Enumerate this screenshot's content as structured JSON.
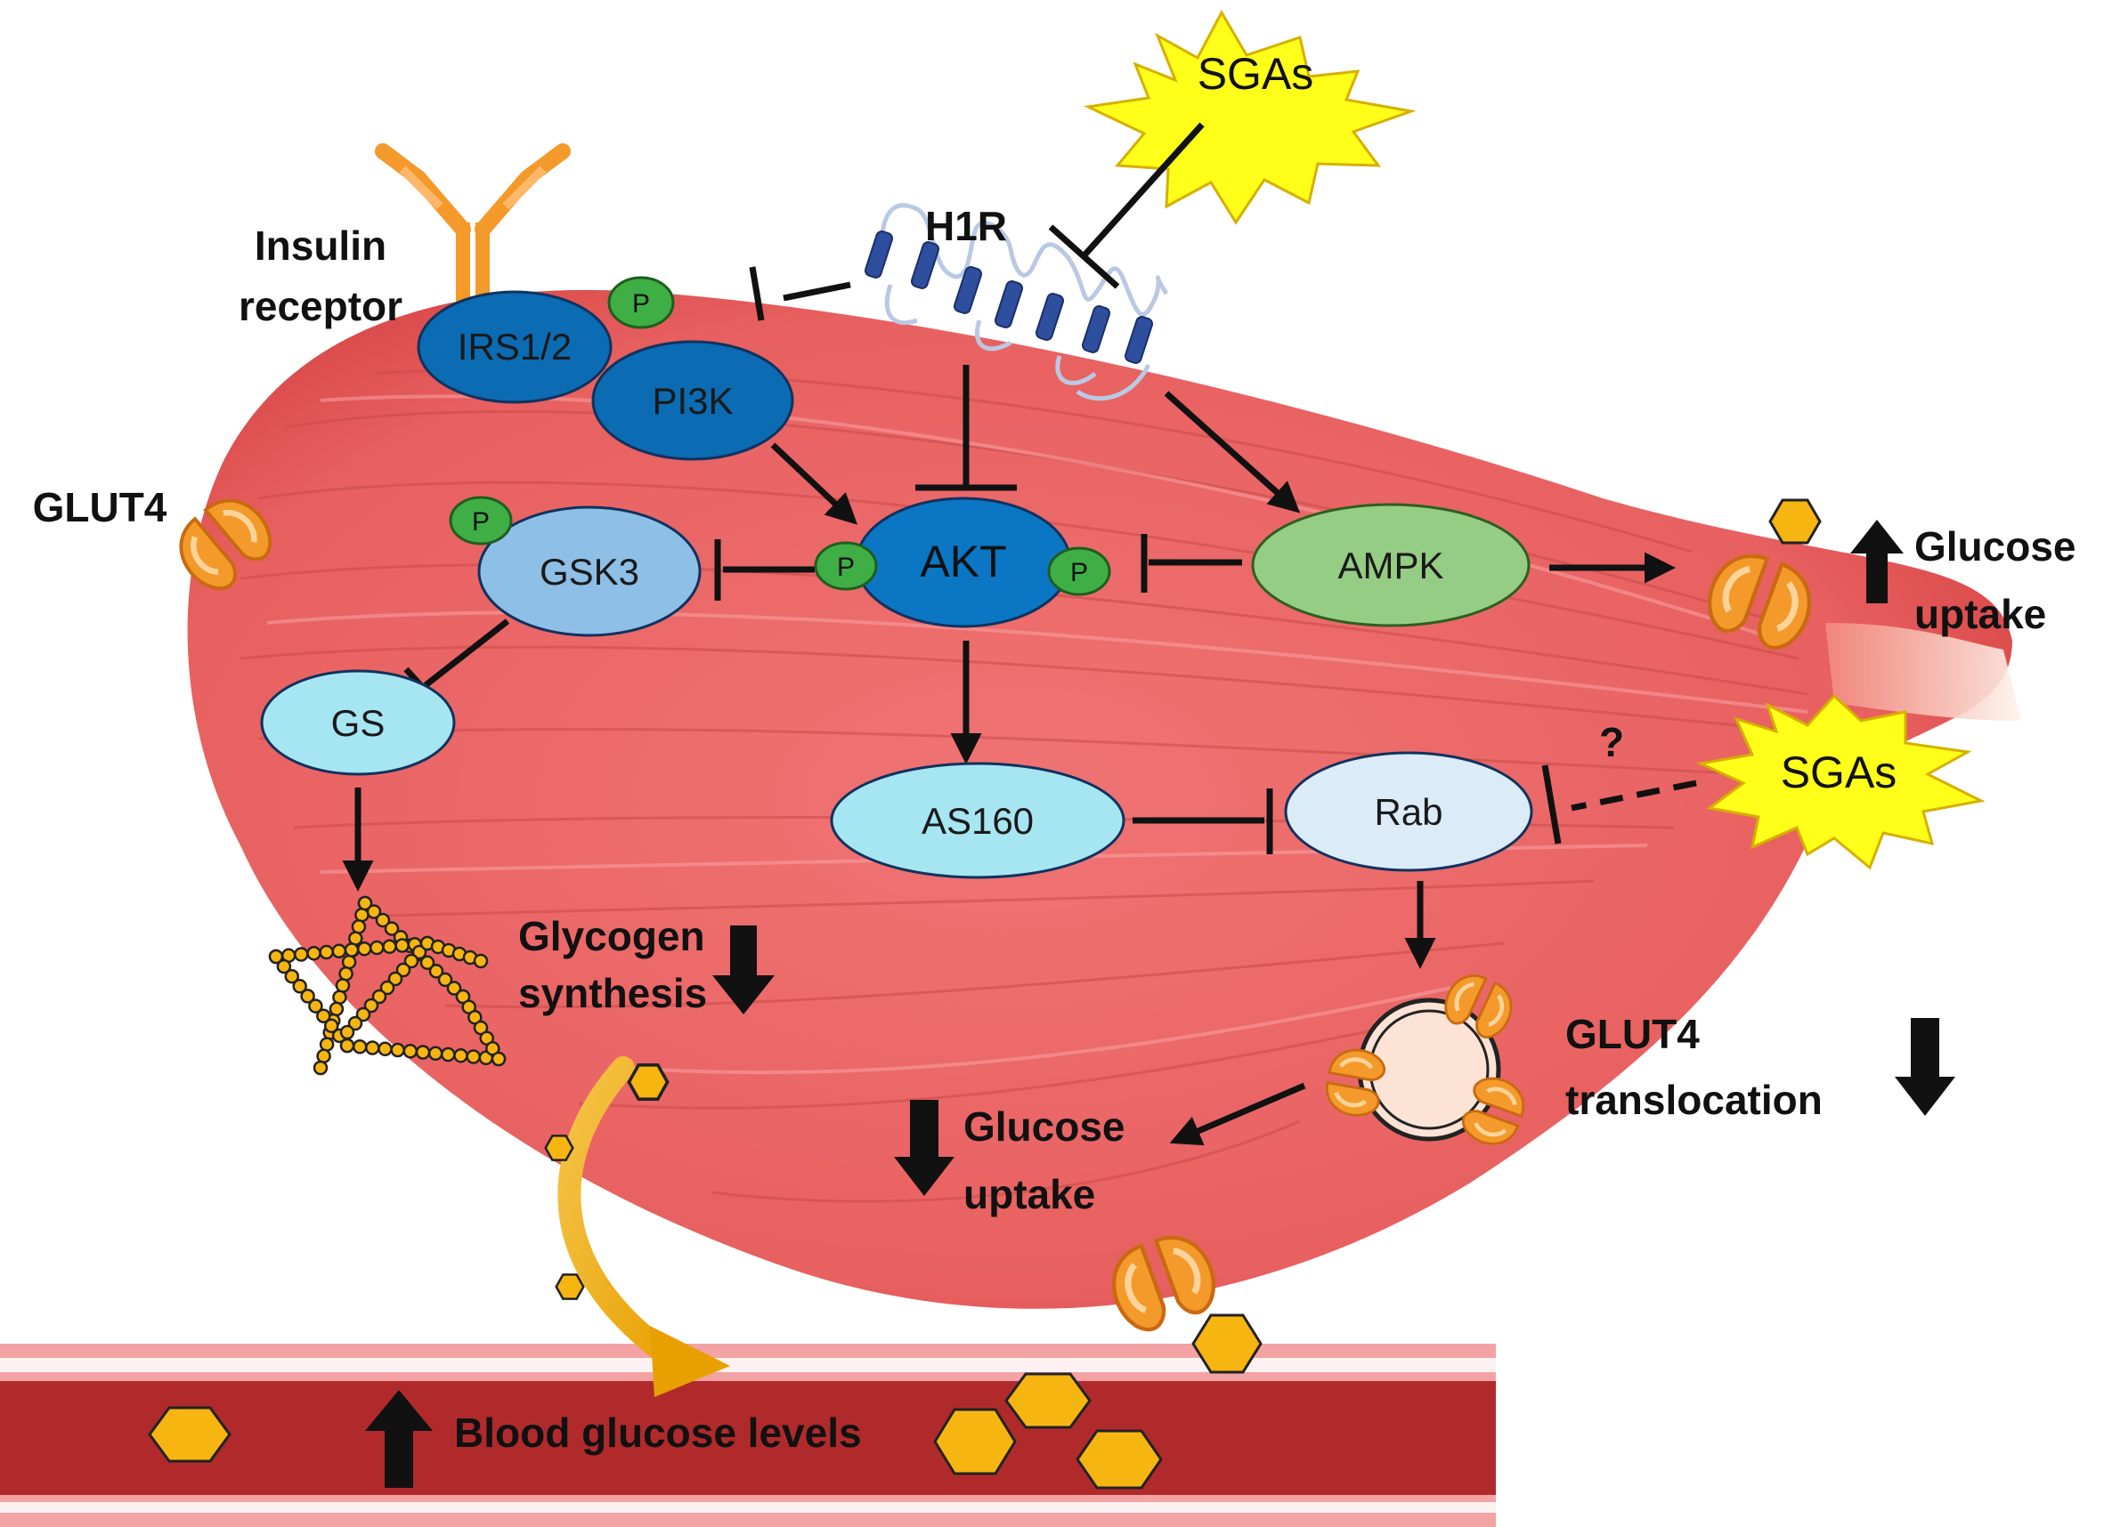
{
  "colors": {
    "muscle": "#ec6a6a",
    "muscle_dark": "#d64545",
    "vessel": "#b02a2c",
    "vessel_light": "#f3a3a3",
    "glucose": "#f6b511",
    "irs": "#0b6bb3",
    "akt": "#0a76c4",
    "gsk3": "#8ebfe6",
    "light_cyan": "#a6e6f2",
    "rab": "#dcebf8",
    "ampk": "#96cd84",
    "phospho": "#3fae45",
    "sga": "#ffff1a",
    "receptor": "#f39a2b"
  },
  "icons": [
    "insulin-receptor-icon",
    "h1r-receptor-icon",
    "glut4-transporter-icon",
    "glucose-hexagon-icon",
    "glycogen-chain-icon",
    "vesicle-icon",
    "starburst-icon"
  ],
  "labels": {
    "insulin_receptor_line1": "Insulin",
    "insulin_receptor_line2": "receptor",
    "h1r": "H1R",
    "irs": "IRS1/2",
    "pi3k": "PI3K",
    "akt": "AKT",
    "gsk3": "GSK3",
    "gs": "GS",
    "ampk": "AMPK",
    "as160": "AS160",
    "rab": "Rab",
    "phospho": "P",
    "sgas_top": "SGAs",
    "sgas_right": "SGAs",
    "question": "?",
    "glut4_left": "GLUT4",
    "glucose_uptake_up_line1": "Glucose",
    "glucose_uptake_up_line2": "uptake",
    "glycogen_line1": "Glycogen",
    "glycogen_line2": "synthesis",
    "glucose_uptake_down_line1": "Glucose",
    "glucose_uptake_down_line2": "uptake",
    "glut4_transloc_line1": "GLUT4",
    "glut4_transloc_line2": "translocation",
    "blood_glucose": "Blood glucose levels"
  }
}
